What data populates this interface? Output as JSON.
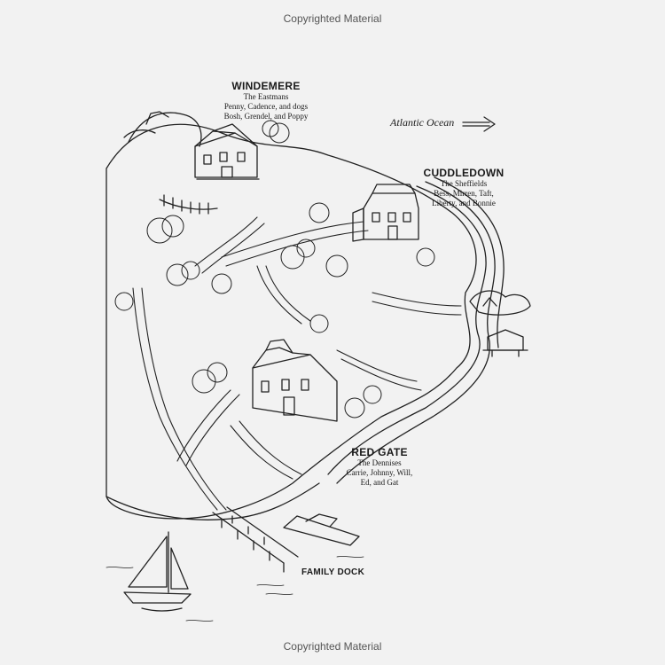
{
  "watermark": {
    "top": "Copyrighted Material",
    "bottom": "Copyrighted Material"
  },
  "ocean": {
    "label": "Atlantic Ocean",
    "arrow_icon": "right-arrow-icon"
  },
  "houses": {
    "windemere": {
      "name": "WINDEMERE",
      "family": "The Eastmans",
      "line1": "Penny, Cadence, and dogs",
      "line2": "Bosh, Grendel, and Poppy"
    },
    "cuddledown": {
      "name": "CUDDLEDOWN",
      "family": "The Sheffields",
      "line1": "Bess, Mirren, Taft,",
      "line2": "Liberty, and Bonnie"
    },
    "red_gate": {
      "name": "RED GATE",
      "family": "The Dennises",
      "line1": "Carrie, Johnny, Will,",
      "line2": "Ed, and Gat"
    }
  },
  "dock": {
    "name": "FAMILY DOCK"
  },
  "colors": {
    "paper": "#f2f2f2",
    "ink": "#1a1a1a",
    "watermark": "#555555"
  }
}
